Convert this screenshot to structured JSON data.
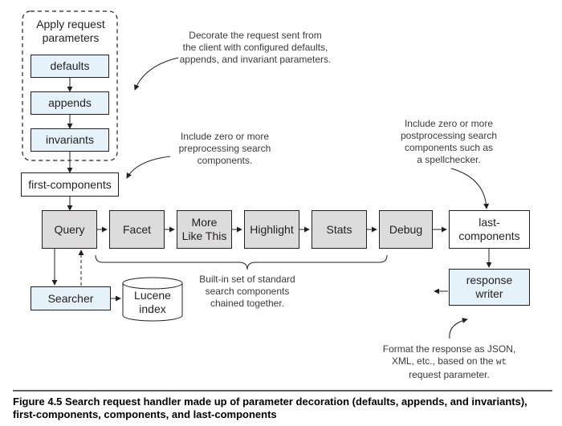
{
  "group": {
    "title_line1": "Apply request",
    "title_line2": "parameters"
  },
  "params": {
    "defaults": "defaults",
    "appends": "appends",
    "invariants": "invariants"
  },
  "first_components": "first-components",
  "components": {
    "query": "Query",
    "facet": "Facet",
    "mlt_line1": "More",
    "mlt_line2": "Like This",
    "highlight": "Highlight",
    "stats": "Stats",
    "debug": "Debug"
  },
  "last_components": {
    "line1": "last-",
    "line2": "components"
  },
  "response_writer": {
    "line1": "response",
    "line2": "writer"
  },
  "searcher": "Searcher",
  "lucene_index": {
    "line1": "Lucene",
    "line2": "index"
  },
  "annotations": {
    "decorate": [
      "Decorate the request sent from",
      "the client with configured defaults,",
      "appends, and invariant parameters."
    ],
    "preprocess": [
      "Include zero or more",
      "preprocessing search",
      "components."
    ],
    "postprocess": [
      "Include zero or more",
      "postprocessing search",
      "components such as",
      "a spellchecker."
    ],
    "builtin": [
      "Built-in set of standard",
      "search components",
      "chained together."
    ],
    "format_line1": "Format the response as JSON,",
    "format_line2_pre": "XML, etc., based on the",
    "format_line2_code": "wt",
    "format_line3": "request parameter."
  },
  "caption": "Figure 4.5   Search request handler made up of parameter decoration (defaults, appends, and invariants), first-components, components, and last-components",
  "colors": {
    "blue_fill": "#e6f2fa",
    "gray_fill": "#dcdcdc",
    "stroke": "#231f20"
  }
}
